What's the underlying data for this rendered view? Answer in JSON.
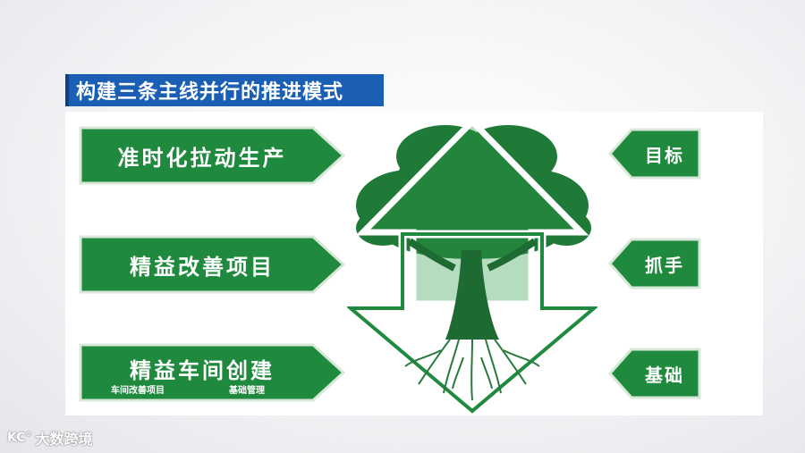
{
  "title": "构建三条主线并行的推进模式",
  "left_items": [
    {
      "label": "准时化拉动生产"
    },
    {
      "label": "精益改善项目"
    },
    {
      "label": "精益车间创建",
      "sub_left": "车间改善项目",
      "sub_right": "基础管理"
    }
  ],
  "right_items": [
    {
      "label": "目标"
    },
    {
      "label": "抓手"
    },
    {
      "label": "基础"
    }
  ],
  "watermark": {
    "logo": "KC°",
    "text": "大数跨境"
  },
  "colors": {
    "green": "#1f8a3e",
    "dark_green": "#176b30",
    "title_blue": "#1b5fb5"
  }
}
